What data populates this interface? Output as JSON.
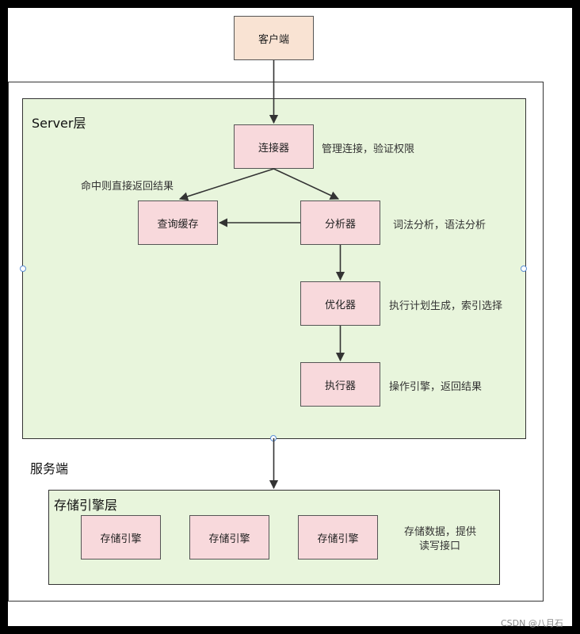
{
  "nodes": {
    "client": "客户端",
    "connector": "连接器",
    "cache": "查询缓存",
    "analyzer": "分析器",
    "optimizer": "优化器",
    "executor": "执行器",
    "storage_engines": [
      "存储引擎",
      "存储引擎",
      "存储引擎"
    ]
  },
  "layers": {
    "server": "Server层",
    "storage": "存储引擎层",
    "service": "服务端"
  },
  "annotations": {
    "connector": "管理连接，验证权限",
    "cache_hit": "命中则直接返回结果",
    "analyzer": "词法分析，语法分析",
    "optimizer": "执行计划生成，索引选择",
    "executor": "操作引擎，返回结果",
    "storage_line1": "存储数据，提供",
    "storage_line2": "读写接口"
  },
  "watermark": "CSDN @八月石",
  "colors": {
    "layer_fill": "#e8f5dc",
    "node_fill": "#f8d9dc",
    "client_fill": "#f9e3d3",
    "arrow": "#333333"
  }
}
